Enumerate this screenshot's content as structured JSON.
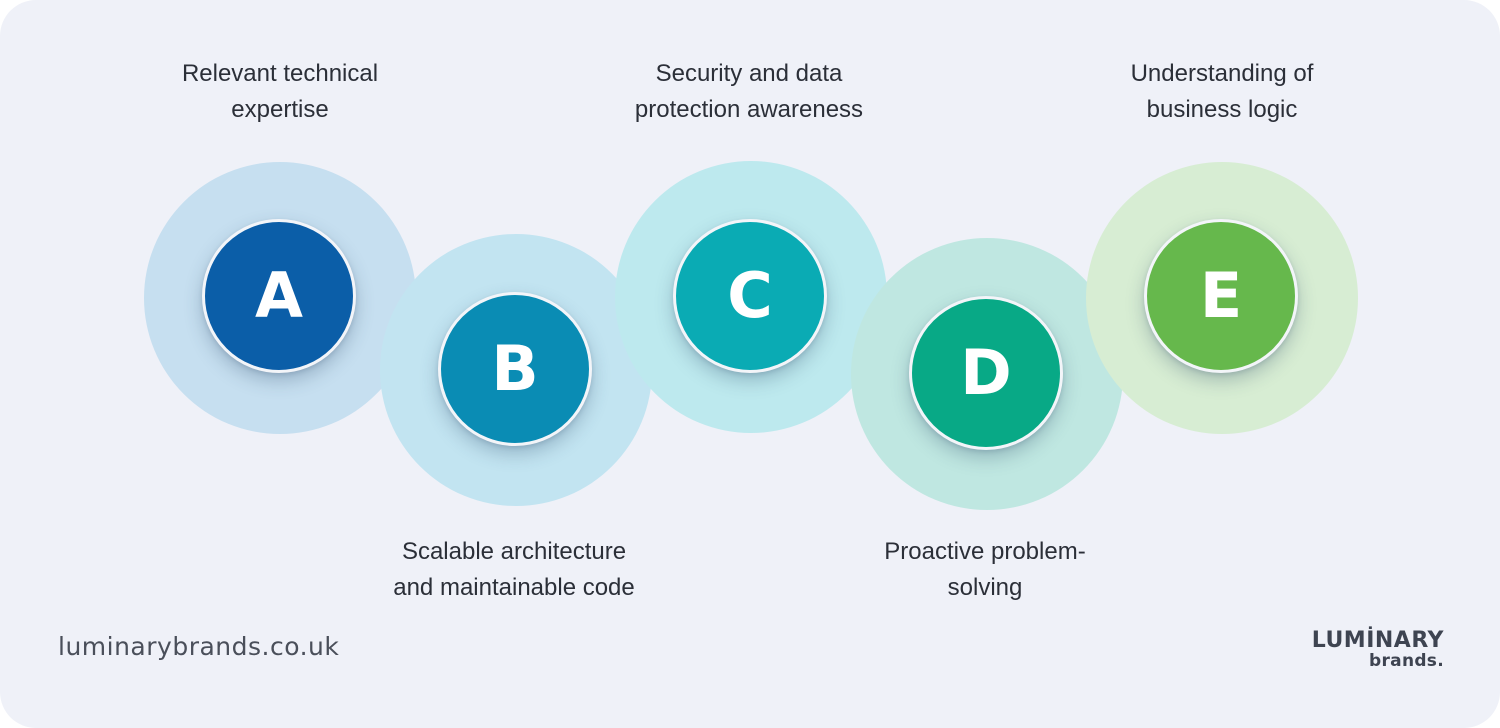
{
  "nodes": [
    {
      "letter": "A",
      "lines": [
        "Relevant technical",
        "expertise"
      ],
      "color": "#0b5ea8",
      "halo_color": "#c6dff0"
    },
    {
      "letter": "B",
      "lines": [
        "Scalable architecture",
        "and maintainable code"
      ],
      "color": "#0a8cb4",
      "halo_color": "#c2e4f1"
    },
    {
      "letter": "C",
      "lines": [
        "Security and data",
        "protection awareness"
      ],
      "color": "#0aabb4",
      "halo_color": "#bde9ee"
    },
    {
      "letter": "D",
      "lines": [
        "Proactive problem-",
        "solving"
      ],
      "color": "#08a986",
      "halo_color": "#bfe7e1"
    },
    {
      "letter": "E",
      "lines": [
        "Understanding of",
        "business logic"
      ],
      "color": "#66b84c",
      "halo_color": "#d7edd3"
    }
  ],
  "footer": {
    "website": "luminarybrands.co.uk",
    "logo_main": "LUMİNARY",
    "logo_sub": "brands."
  }
}
